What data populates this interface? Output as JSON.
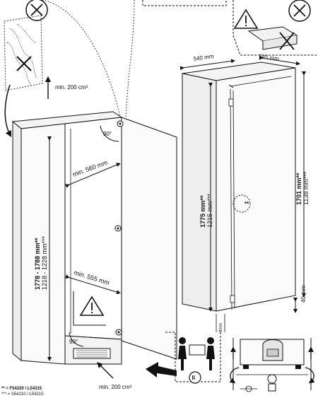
{
  "cabinet": {
    "vent_top": "min. 200 cm²",
    "vent_bottom": "min. 200 cm²",
    "width_inner": "min. 560 mm",
    "width_lower": "min. 555 mm",
    "height_main": "1778 - 1788 mm**",
    "height_alt": "1218 - 1228 mm***",
    "angle_top": "90°",
    "angle_bottom": "90°"
  },
  "appliance": {
    "width": "540 mm",
    "depth": "545 mm",
    "height_main": "1775 mm**",
    "height_alt": "1215 mm***",
    "height_right_main": "1701 mm**",
    "height_right_alt": "1138 mm***",
    "bottom_gap": "40 mm",
    "side_gap": "8mm",
    "hinge_mark": "**"
  },
  "steps": {
    "two_person": "II"
  },
  "legend": {
    "line1": "** = F54220 / L54315",
    "line2": "*** = S54210 / L54215"
  }
}
